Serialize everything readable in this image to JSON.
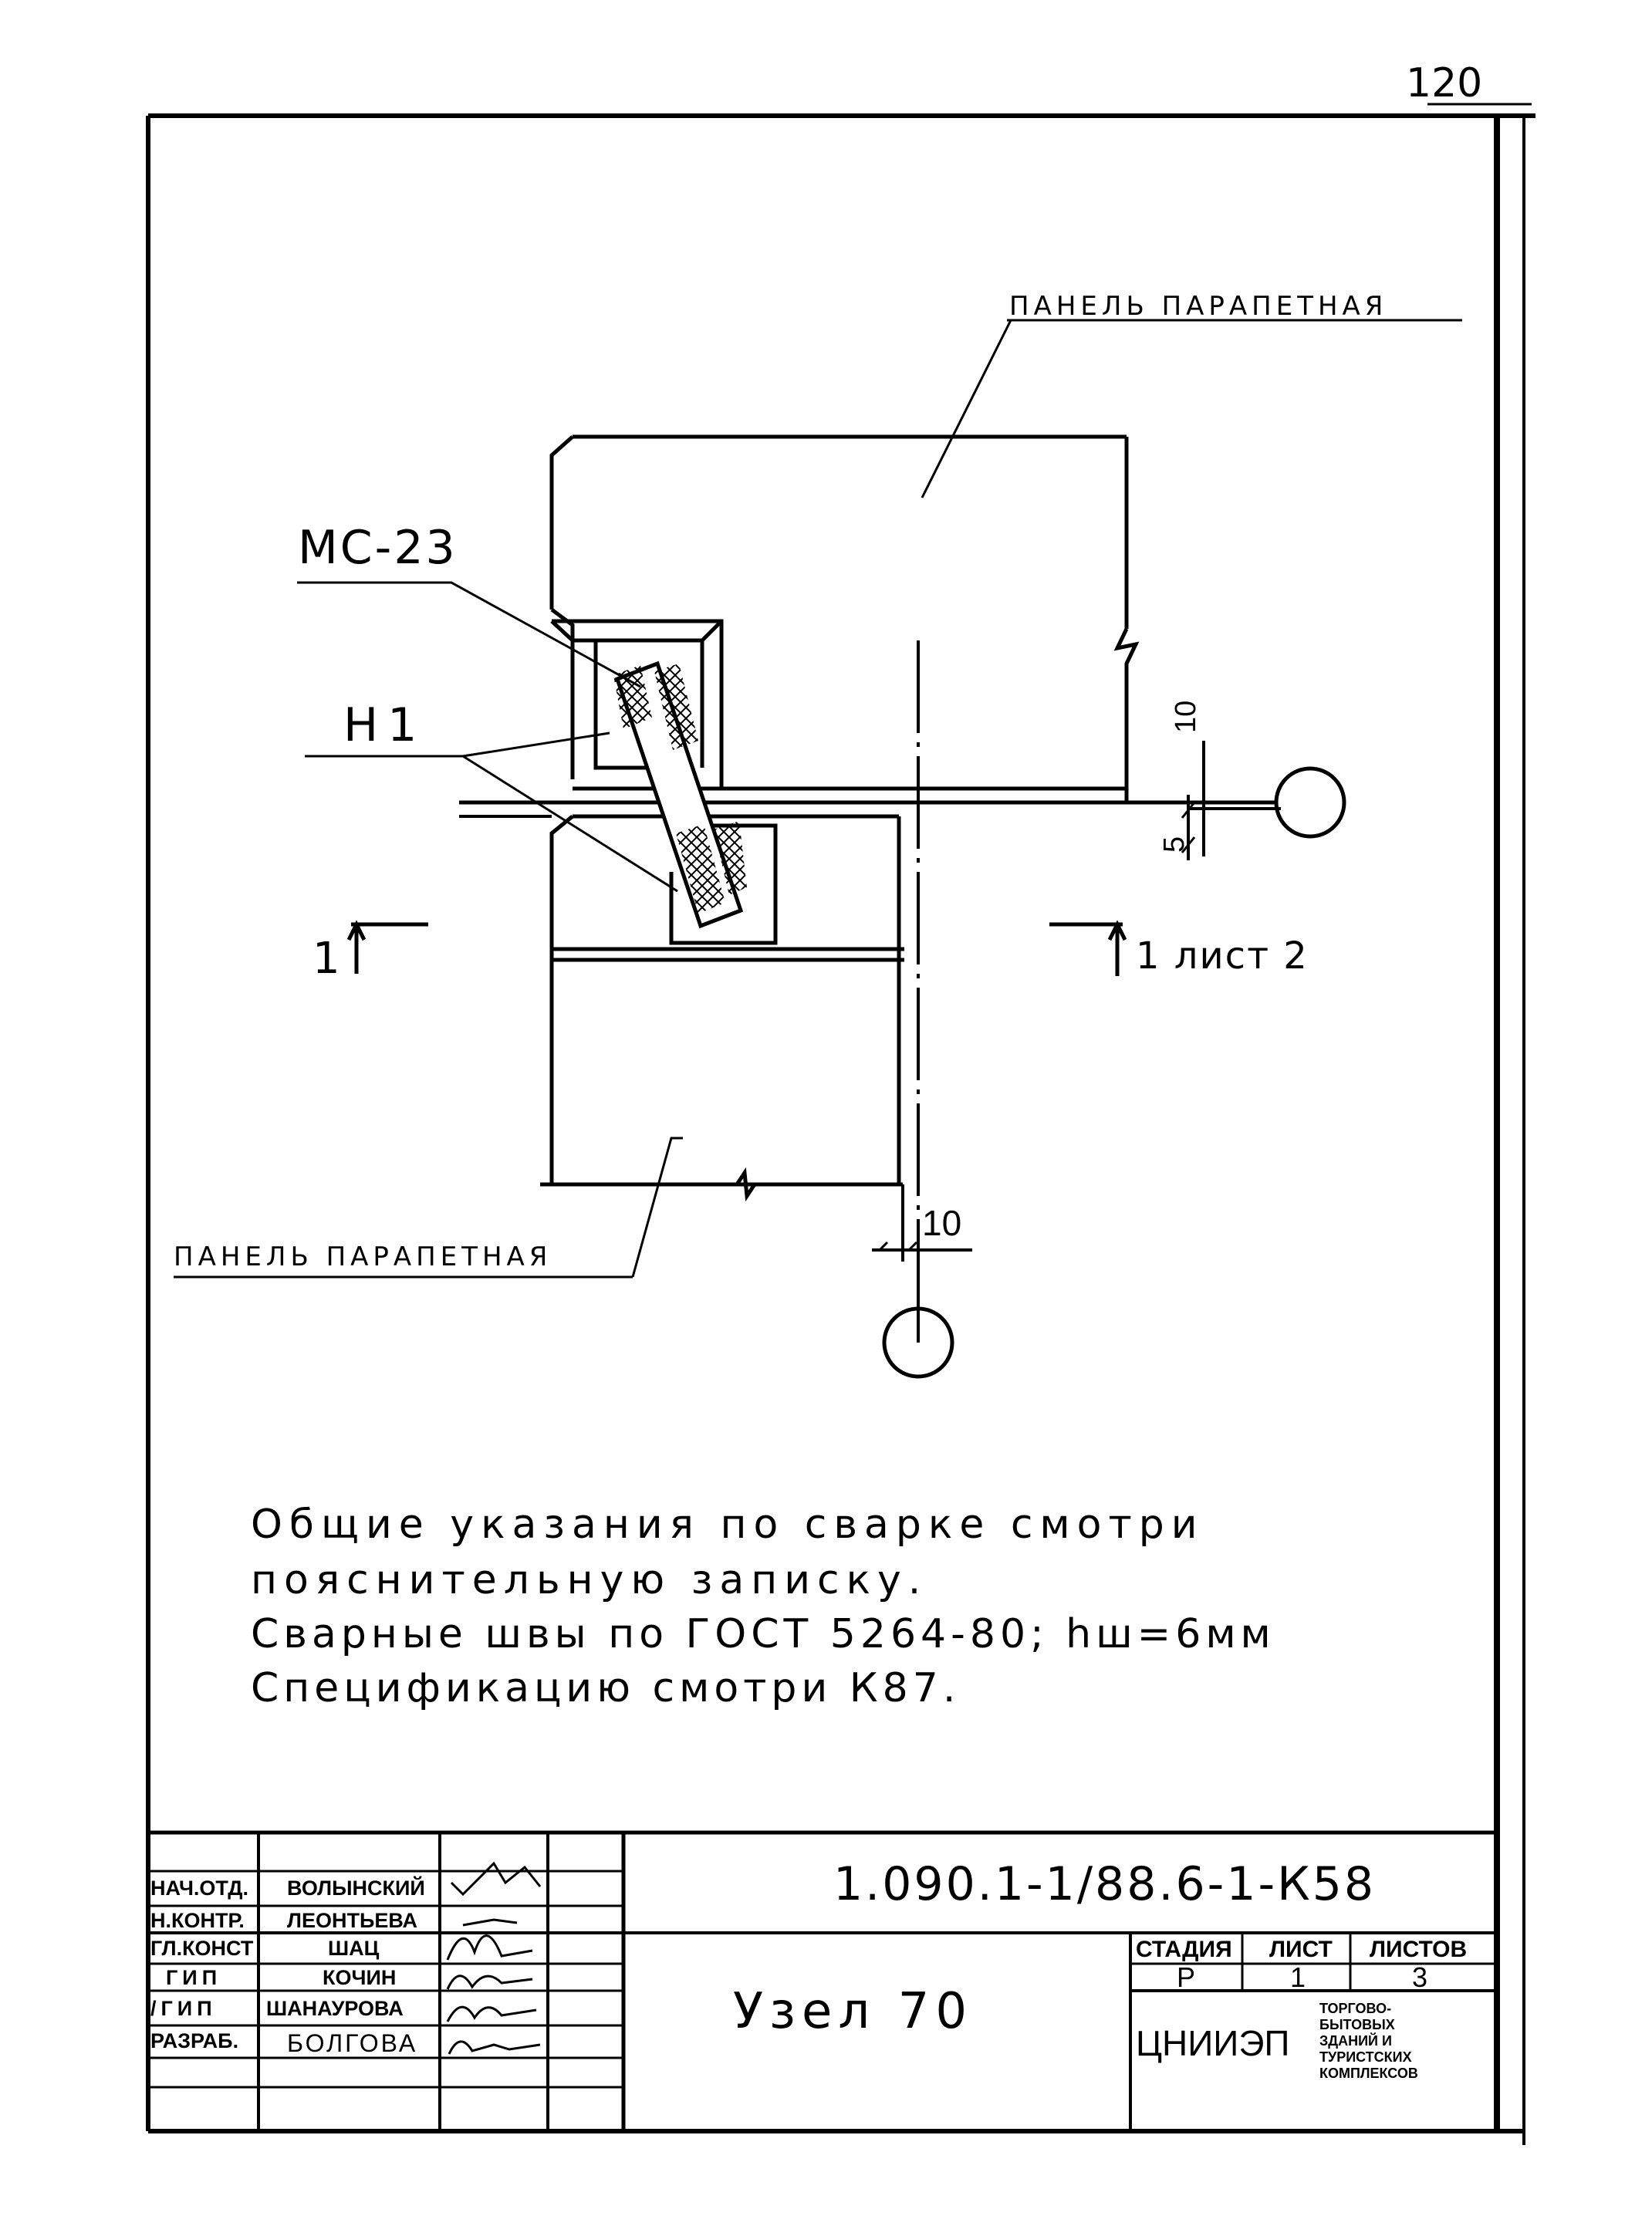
{
  "page_number": "120",
  "drawing": {
    "label_panel_top": "ПАНЕЛЬ ПАРАПЕТНАЯ",
    "label_panel_bottom": "ПАНЕЛЬ ПАРАПЕТНАЯ",
    "label_mc": "МС-23",
    "label_h1": "Н1",
    "dim_10_right": "10",
    "dim_5_right": "5",
    "dim_10_bottom": "10",
    "section_left": "1",
    "section_right": "1 лист 2"
  },
  "notes": [
    "Общие указания по сварке смотри",
    "пояснительную записку.",
    "Сварные швы по ГОСТ 5264-80; hш=6мм",
    "Спецификацию смотри К87."
  ],
  "title_block": {
    "roles": [
      "НАЧ.ОТД.",
      "Н.КОНТР.",
      "ГЛ.КОНСТ",
      "ГИП",
      "/ГИП",
      "РАЗРАБ."
    ],
    "names": [
      "ВОЛЫНСКИЙ",
      "ЛЕОНТЬЕВА",
      "ШАЦ",
      "КОЧИН",
      "ШАНАУРОВА",
      "БОЛГОВА"
    ],
    "document_code": "1.090.1-1/88.6-1-К58",
    "drawing_title": "Узел 70",
    "stage_header": "СТАДИЯ",
    "sheet_header": "ЛИСТ",
    "sheets_header": "ЛИСТОВ",
    "stage": "Р",
    "sheet": "1",
    "sheets": "3",
    "organization": "ЦНИИЭП",
    "org_subtitle": [
      "ТОРГОВО-",
      "БЫТОВЫХ",
      "ЗДАНИЙ И",
      "ТУРИСТСКИХ",
      "КОМПЛЕКСОВ"
    ]
  }
}
